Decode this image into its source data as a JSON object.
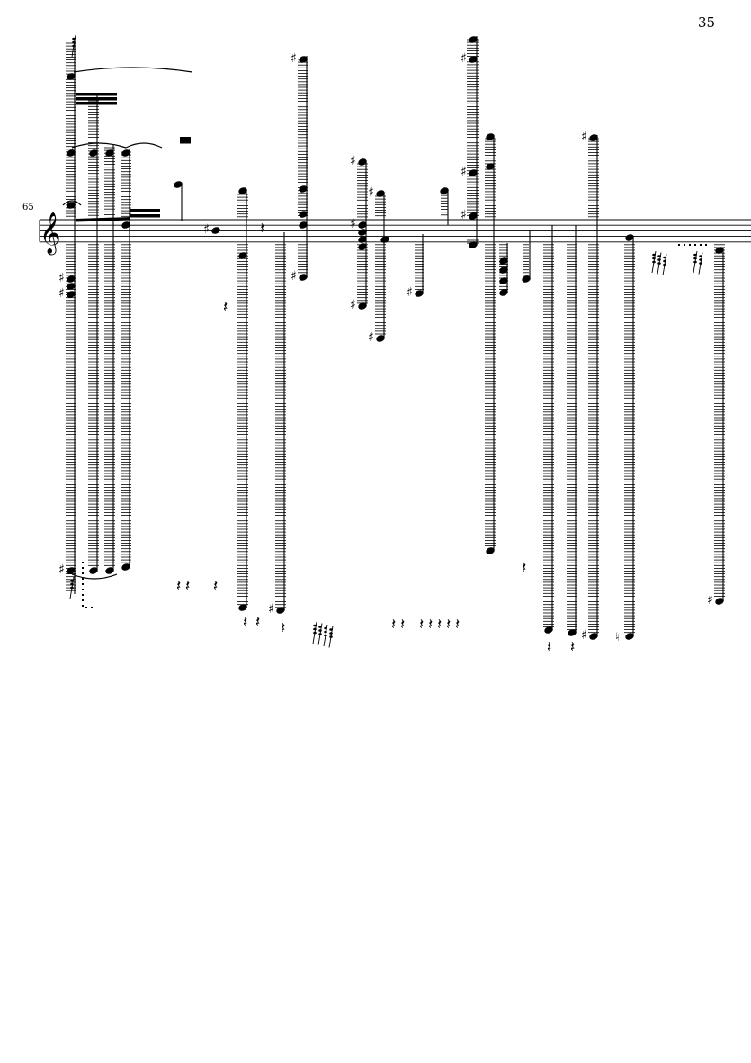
{
  "page": {
    "number": "35",
    "measure_number": "65"
  },
  "score": {
    "clef": "treble",
    "staff_lines": 5,
    "accidental_symbols": [
      "sharp",
      "natural"
    ]
  }
}
